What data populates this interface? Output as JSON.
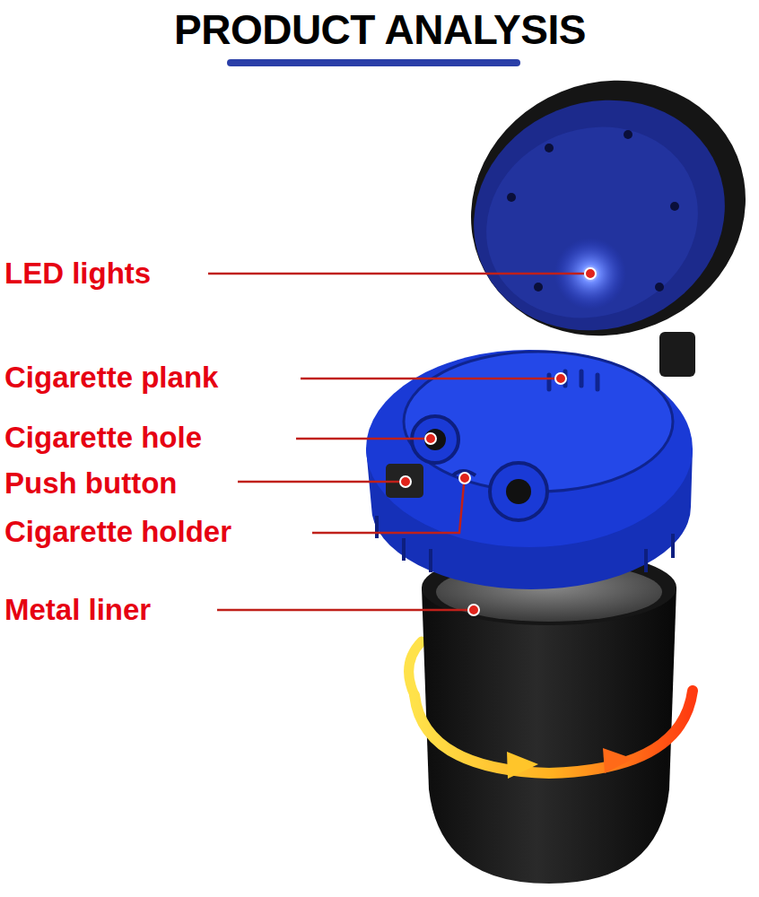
{
  "diagram": {
    "title": "PRODUCT ANALYSIS",
    "labels": [
      "LED lights",
      "Cigarette plank",
      "Cigarette hole",
      "Push button",
      "Cigarette holder",
      "Metal liner"
    ]
  }
}
